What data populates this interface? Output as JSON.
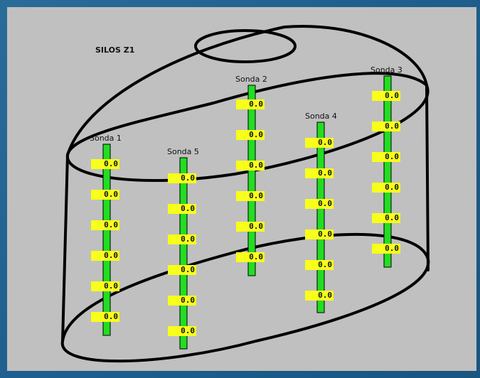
{
  "title": "SILOS Z1",
  "colors": {
    "probe_bar": "#22dd22",
    "value_box": "#f7ff1a",
    "panel": "#c0c0c0",
    "outline": "#000000"
  },
  "probes": [
    {
      "name": "Sonda 1",
      "readings": [
        "0.0",
        "0.0",
        "0.0",
        "0.0",
        "0.0",
        "0.0"
      ]
    },
    {
      "name": "Sonda 5",
      "readings": [
        "0.0",
        "0.0",
        "0.0",
        "0.0",
        "0.0",
        "0.0"
      ]
    },
    {
      "name": "Sonda 2",
      "readings": [
        "0.0",
        "0.0",
        "0.0",
        "0.0",
        "0.0",
        "0.0"
      ]
    },
    {
      "name": "Sonda 4",
      "readings": [
        "0.0",
        "0.0",
        "0.0",
        "0.0",
        "0.0",
        "0.0"
      ]
    },
    {
      "name": "Sonda 3",
      "readings": [
        "0.0",
        "0.0",
        "0.0",
        "0.0",
        "0.0",
        "0.0"
      ]
    }
  ]
}
